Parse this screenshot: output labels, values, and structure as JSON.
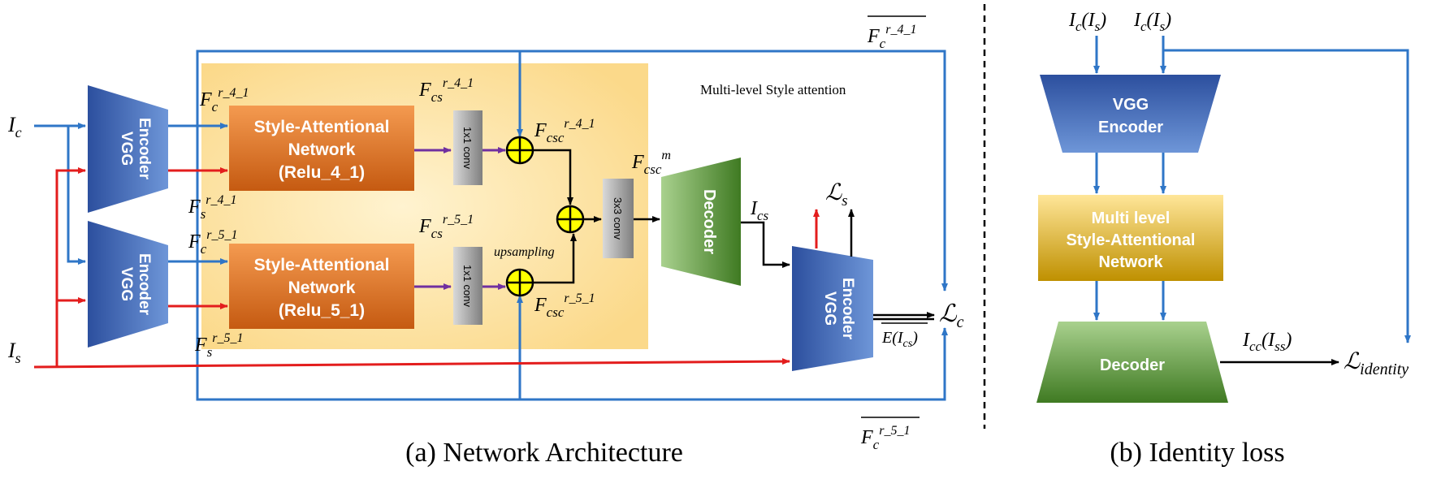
{
  "part_a": {
    "caption": "(a) Network Architecture",
    "attention_region_label": "Multi-level Style attention",
    "encoder_content": {
      "line1": "VGG",
      "line2": "Encoder"
    },
    "encoder_style": {
      "line1": "VGG",
      "line2": "Encoder"
    },
    "encoder_loss": {
      "line1": "VGG",
      "line2": "Encoder"
    },
    "san_top": {
      "line1": "Style-Attentional",
      "line2": "Network",
      "line3": "(Relu_4_1)"
    },
    "san_bottom": {
      "line1": "Style-Attentional",
      "line2": "Network",
      "line3": "(Relu_5_1)"
    },
    "conv_top": "1x1 conv",
    "conv_bottom": "1x1 conv",
    "conv_merge": "3x3 conv",
    "decoder": "Decoder",
    "upsampling": "upsampling",
    "labels": {
      "I_c": {
        "base": "I",
        "sub": "c"
      },
      "I_s": {
        "base": "I",
        "sub": "s"
      },
      "F_c_r41": {
        "base": "F",
        "sub": "c",
        "sup": "r_4_1"
      },
      "F_s_r41": {
        "base": "F",
        "sub": "s",
        "sup": "r_4_1"
      },
      "F_c_r51": {
        "base": "F",
        "sub": "c",
        "sup": "r_5_1"
      },
      "F_s_r51": {
        "base": "F",
        "sub": "s",
        "sup": "r_5_1"
      },
      "F_cs_r41": {
        "base": "F",
        "sub": "cs",
        "sup": "r_4_1"
      },
      "F_cs_r51": {
        "base": "F",
        "sub": "cs",
        "sup": "r_5_1"
      },
      "F_csc_r41": {
        "base": "F",
        "sub": "csc",
        "sup": "r_4_1"
      },
      "F_csc_r51": {
        "base": "F",
        "sub": "csc",
        "sup": "r_5_1"
      },
      "F_csc_m": {
        "base": "F",
        "sub": "csc",
        "sup": "m"
      },
      "I_cs": {
        "base": "I",
        "sub": "cs"
      },
      "L_s": {
        "base": "ℒ",
        "sub": "s"
      },
      "L_c": {
        "base": "ℒ",
        "sub": "c"
      },
      "E_I_cs": "E(I",
      "E_I_cs_sub": "cs",
      "E_I_cs_close": ")",
      "top_bar_F": {
        "base": "F",
        "sub": "c",
        "sup": "r_4_1"
      },
      "bottom_bar_F": {
        "base": "F",
        "sub": "c",
        "sup": "r_5_1"
      }
    }
  },
  "part_b": {
    "caption": "(b) Identity loss",
    "input_left": {
      "base": "I",
      "sub": "c",
      "arg": "I",
      "argsub": "s"
    },
    "input_right": {
      "base": "I",
      "sub": "c",
      "arg": "I",
      "argsub": "s"
    },
    "encoder": {
      "line1": "VGG",
      "line2": "Encoder"
    },
    "network": {
      "line1": "Multi level",
      "line2": "Style-Attentional",
      "line3": "Network"
    },
    "decoder": "Decoder",
    "output": {
      "base": "I",
      "sub": "cc",
      "arg": "I",
      "argsub": "ss"
    },
    "loss": {
      "base": "ℒ",
      "sub": "identity"
    }
  },
  "colors": {
    "blue_arrow": "#2f76c7",
    "red_arrow": "#e31d1d",
    "purple_arrow": "#7030a0",
    "attention_bg": "#fde6a8",
    "san_fill": "#e8702a",
    "encoder_fill": "#3556a8",
    "decoder_fill": "#5f9e3c",
    "network_fill": "#e8b520",
    "sum_node": "#ffff00"
  }
}
